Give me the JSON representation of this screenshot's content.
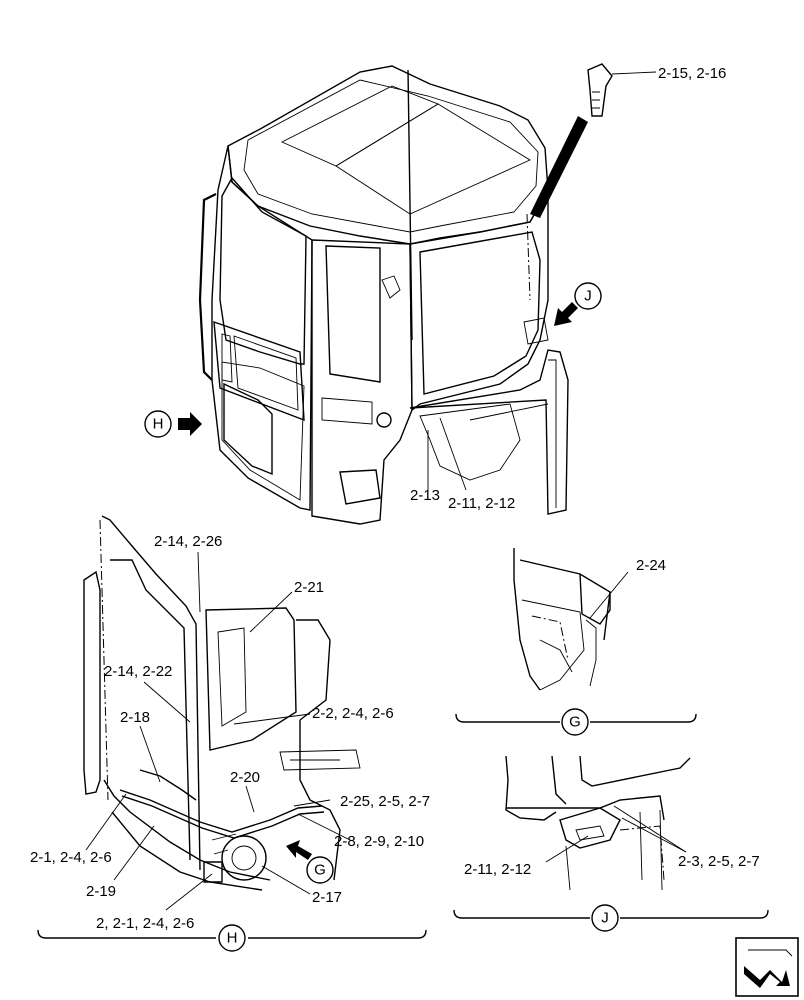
{
  "views": {
    "H": "H",
    "G": "G",
    "J": "J"
  },
  "callouts": {
    "c_2_15_16": "2-15, 2-16",
    "c_2_13": "2-13",
    "c_2_11_12_top": "2-11, 2-12",
    "c_2_14_26": "2-14, 2-26",
    "c_2_21": "2-21",
    "c_2_14_22": "2-14, 2-22",
    "c_2_2_4_6": "2-2, 2-4, 2-6",
    "c_2_18": "2-18",
    "c_2_20": "2-20",
    "c_2_25_5_7": "2-25, 2-5, 2-7",
    "c_2_8_9_10": "2-8, 2-9, 2-10",
    "c_2_1_4_6": "2-1, 2-4, 2-6",
    "c_2_19": "2-19",
    "c_2_17": "2-17",
    "c_2_2_1_4_6": "2, 2-1, 2-4, 2-6",
    "c_2_24": "2-24",
    "c_2_11_12_j": "2-11, 2-12",
    "c_2_3_5_7": "2-3, 2-5, 2-7"
  },
  "icons": {
    "corner": "page-turn-arrow-icon"
  }
}
